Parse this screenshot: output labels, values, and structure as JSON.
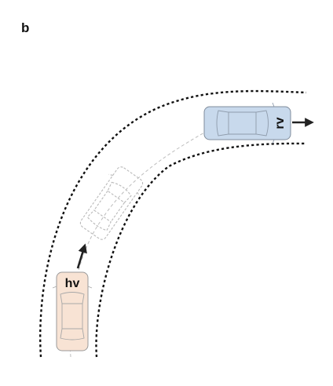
{
  "panel_label": "b",
  "vehicles": {
    "host": {
      "label": "hv",
      "fill": "#f8e3d4",
      "stroke": "#9a9a9a"
    },
    "remote": {
      "label": "rv",
      "fill": "#c8d9ec",
      "stroke": "#7f8c9c"
    },
    "ghost": {
      "stroke": "#b9b9b9"
    }
  },
  "colors": {
    "road_edge": "#111111",
    "trajectory": "#bcbcbc",
    "arrow": "#222222"
  },
  "icons": [
    "up-arrow-icon",
    "right-arrow-icon"
  ]
}
